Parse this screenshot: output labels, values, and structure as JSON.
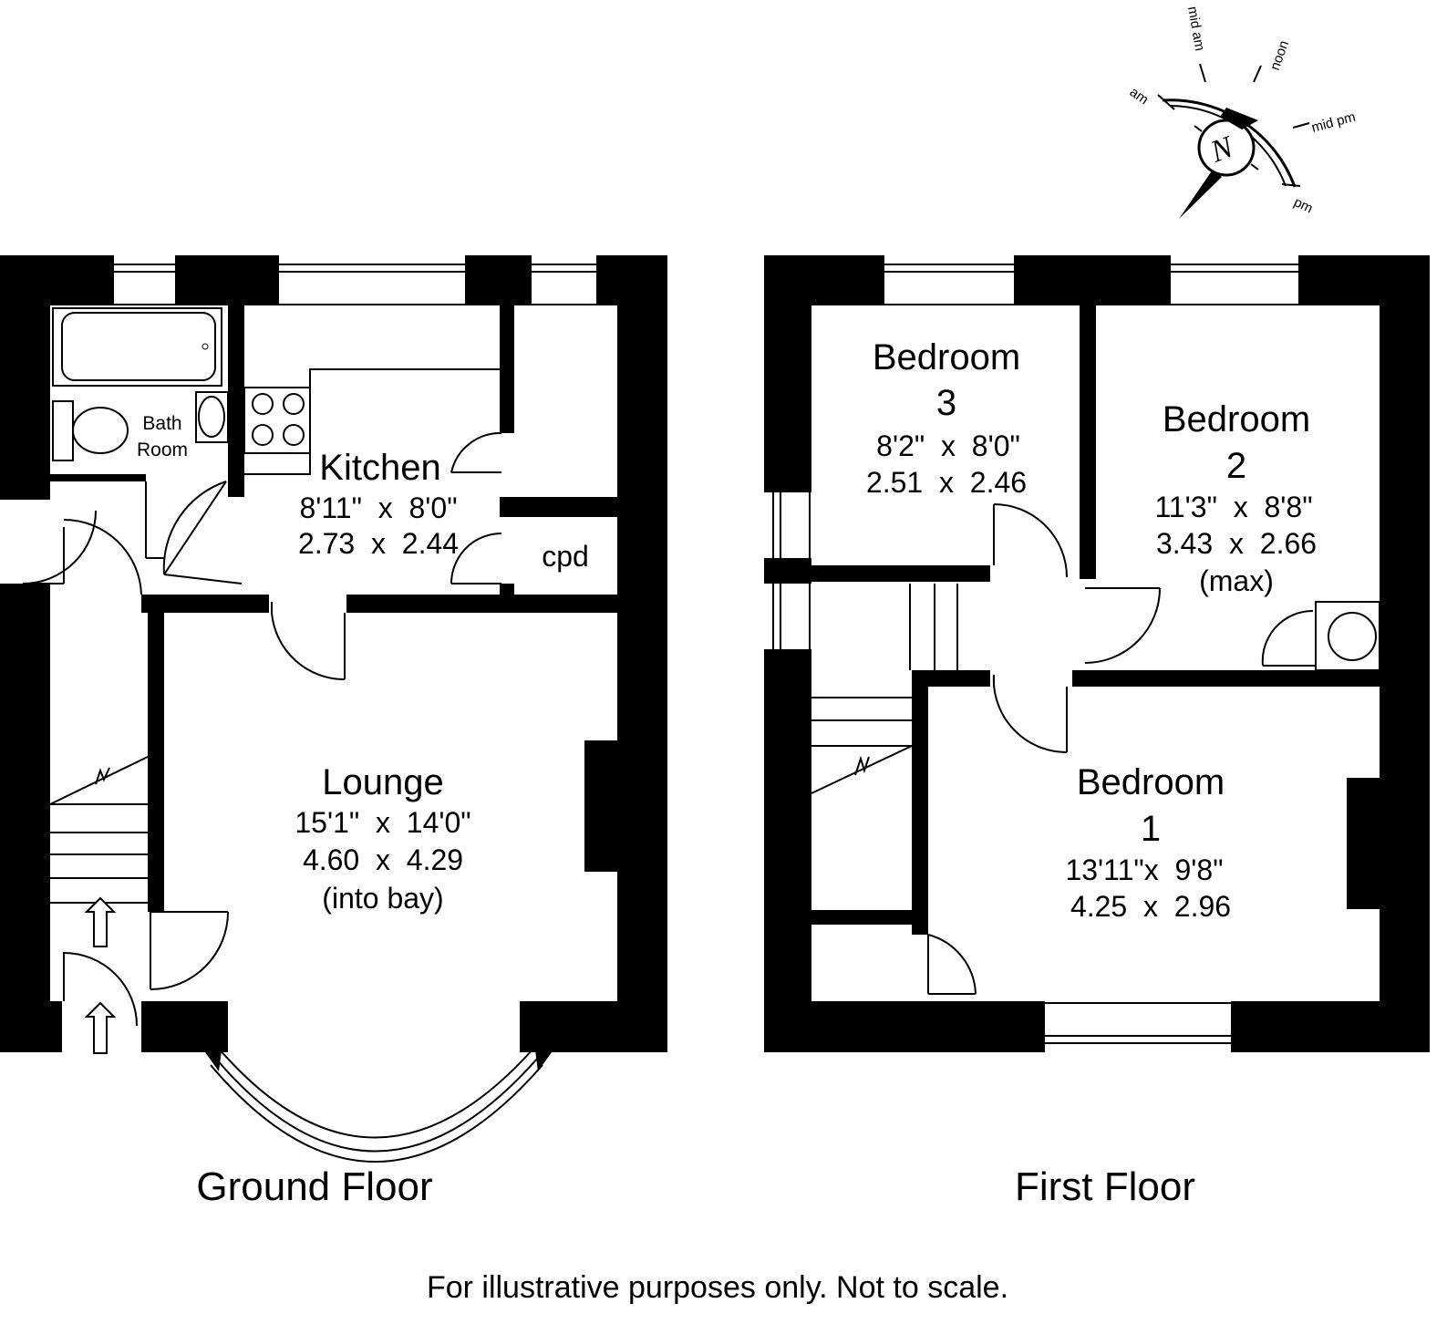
{
  "compass": {
    "north_letter": "N",
    "labels": [
      "am",
      "mid am",
      "noon",
      "mid pm",
      "pm"
    ]
  },
  "ground_floor": {
    "label": "Ground Floor",
    "bathroom": {
      "line1": "Bath",
      "line2": "Room"
    },
    "kitchen": {
      "name": "Kitchen",
      "imperial": "8'11\"  x  8'0\"",
      "metric": "2.73  x  2.44"
    },
    "cupboard": "cpd",
    "lounge": {
      "name": "Lounge",
      "imperial": "15'1\"  x  14'0\"",
      "metric": "4.60  x  4.29",
      "note": "(into bay)"
    }
  },
  "first_floor": {
    "label": "First Floor",
    "bedroom3": {
      "name": "Bedroom",
      "number": "3",
      "imperial": "8'2\"  x  8'0\"",
      "metric": "2.51  x  2.46"
    },
    "bedroom2": {
      "name": "Bedroom",
      "number": "2",
      "imperial": "11'3\"  x  8'8\"",
      "metric": "3.43  x  2.66",
      "note": "(max)"
    },
    "bedroom1": {
      "name": "Bedroom",
      "number": "1",
      "imperial": "13'11\"x  9'8\"",
      "metric": "4.25  x  2.96"
    }
  },
  "disclaimer": "For illustrative purposes only. Not to scale."
}
